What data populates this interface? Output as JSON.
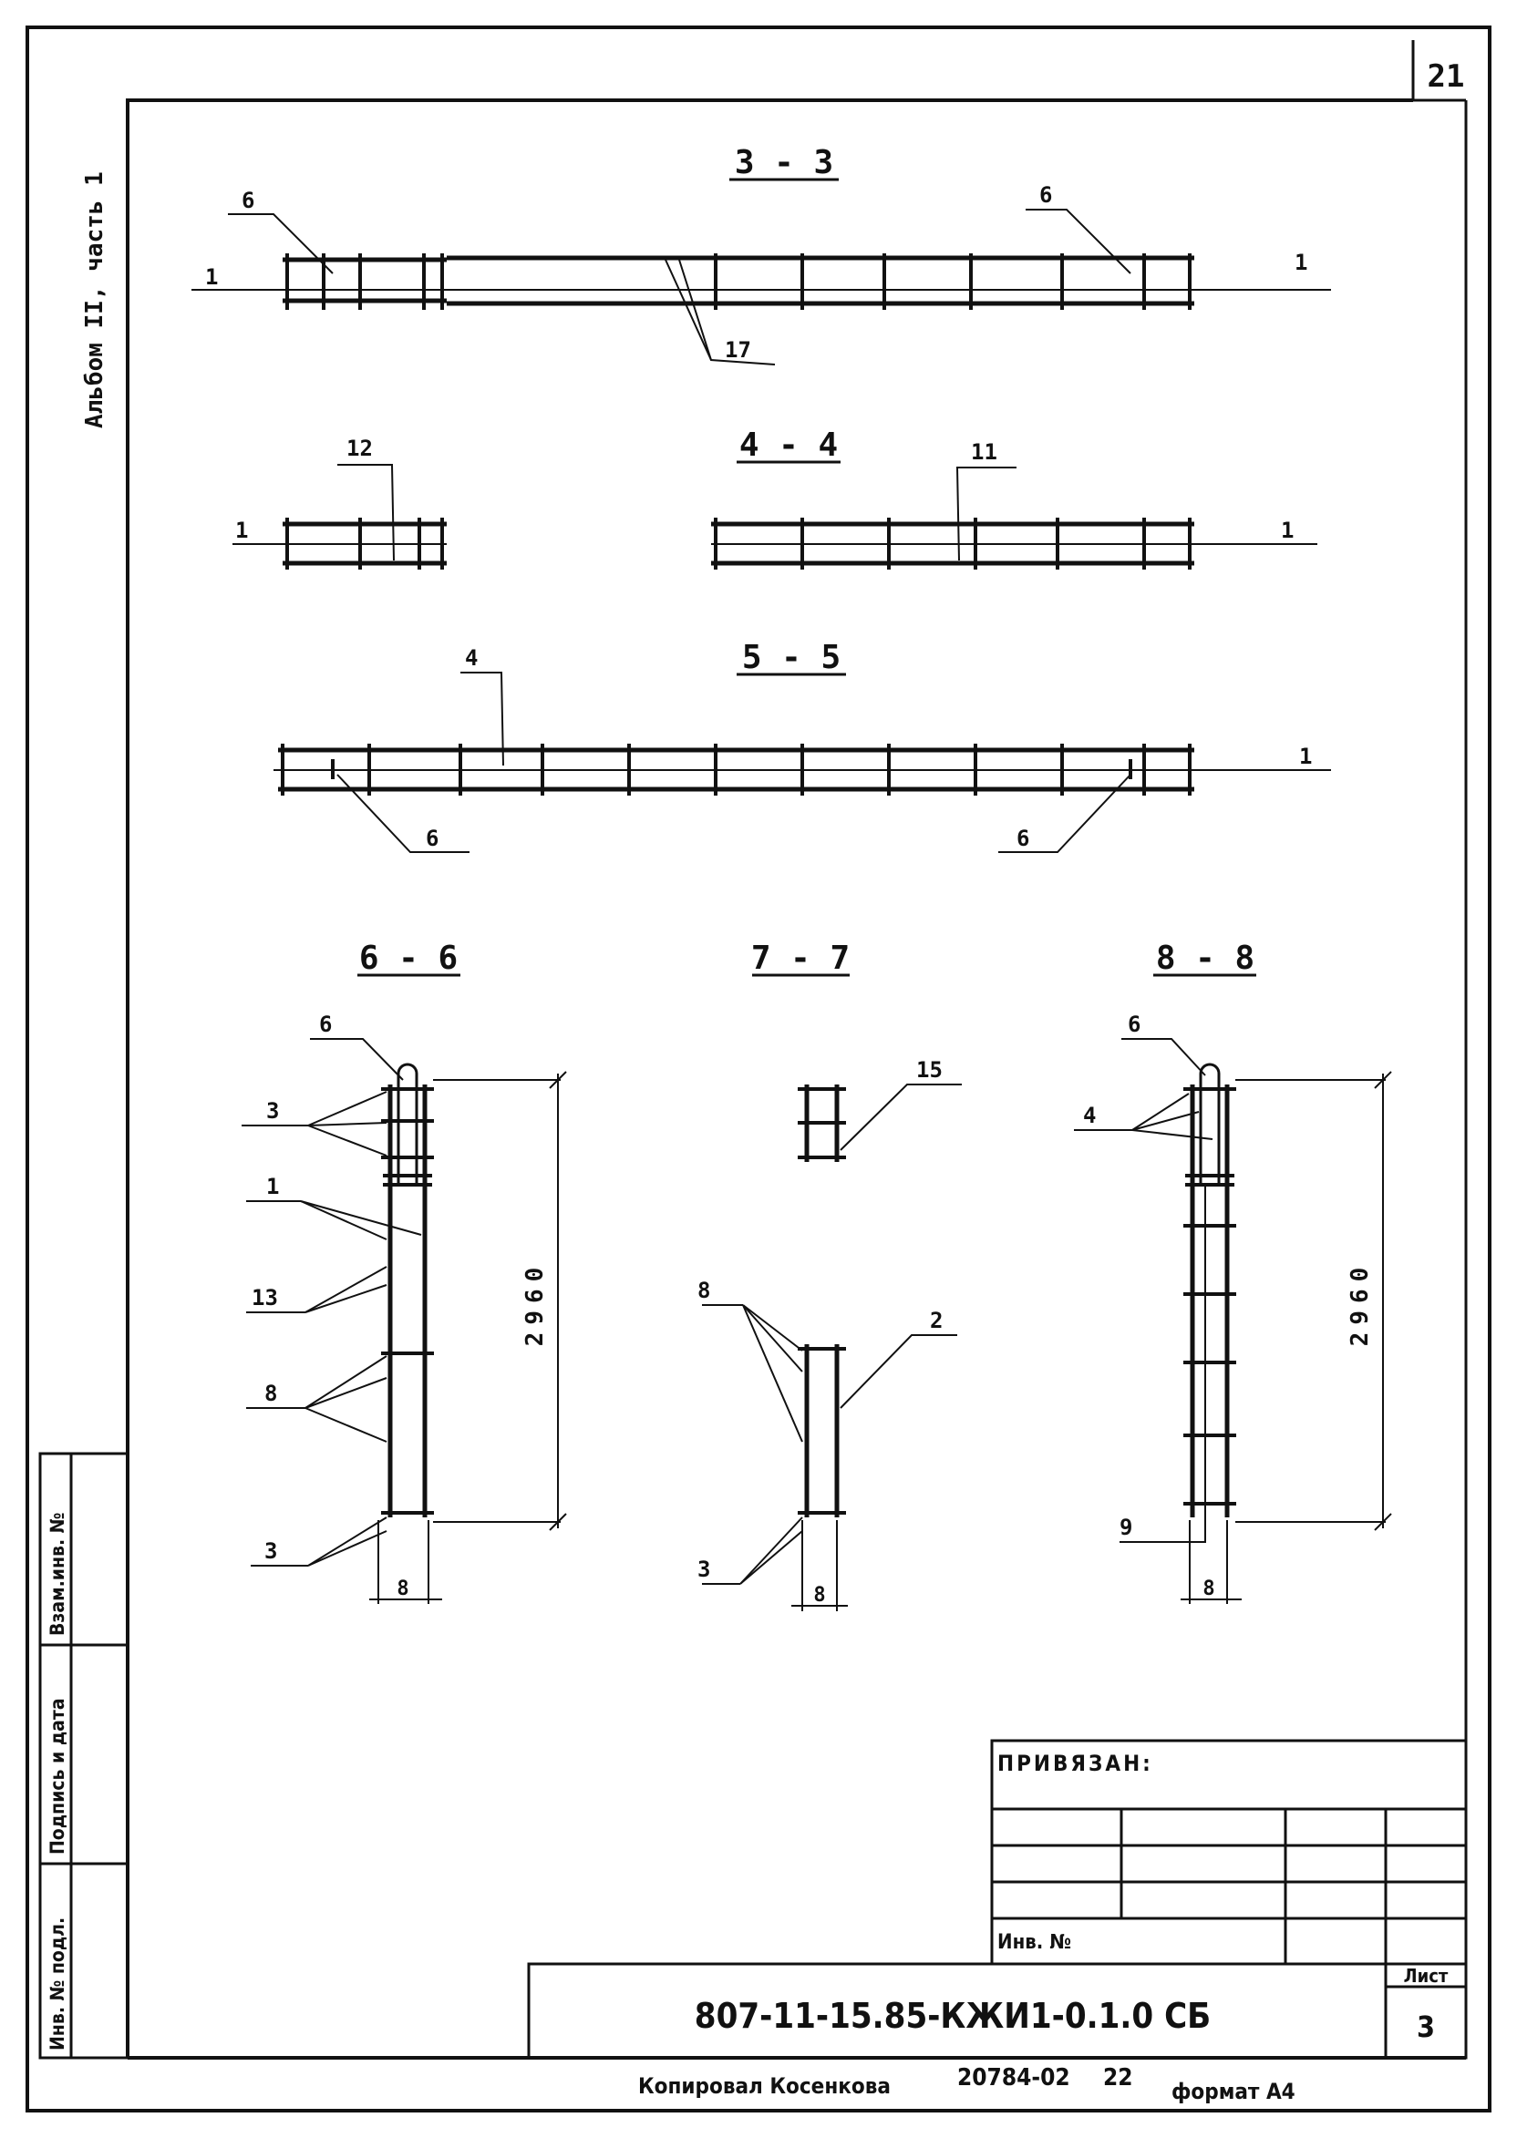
{
  "sheet": {
    "page_number": "21",
    "album_label": "Альбом II, часть 1",
    "sheet_label": "Лист",
    "sheet_number": "3",
    "code": "807-11-15.85-КЖИ1-0.1.0 СБ",
    "bound_label": "ПРИВЯЗАН:",
    "inv_label": "Инв. №",
    "copied_by": "Копировал Косенкова",
    "order_number": "20784-02",
    "sheet_count": "22",
    "format": "формат А4",
    "side_stamp": [
      "Инв. № подл.",
      "Подпись и дата",
      "Взам.инв. №"
    ]
  },
  "sections": {
    "s33": {
      "title": "3 - 3",
      "labels": [
        "6",
        "1",
        "17",
        "6",
        "1"
      ]
    },
    "s44": {
      "title": "4 - 4",
      "labels": [
        "12",
        "1",
        "11",
        "1"
      ]
    },
    "s55": {
      "title": "5 - 5",
      "labels": [
        "4",
        "1",
        "6",
        "6"
      ]
    },
    "s66": {
      "title": "6 - 6",
      "labels": [
        "6",
        "3",
        "1",
        "13",
        "8",
        "3"
      ],
      "dimension": "2960",
      "width_label": "8"
    },
    "s77": {
      "title": "7 - 7",
      "labels": [
        "15",
        "8",
        "2",
        "3"
      ],
      "width_label": "8"
    },
    "s88": {
      "title": "8 - 8",
      "labels": [
        "6",
        "4",
        "9"
      ],
      "dimension": "2960",
      "width_label": "8"
    }
  }
}
